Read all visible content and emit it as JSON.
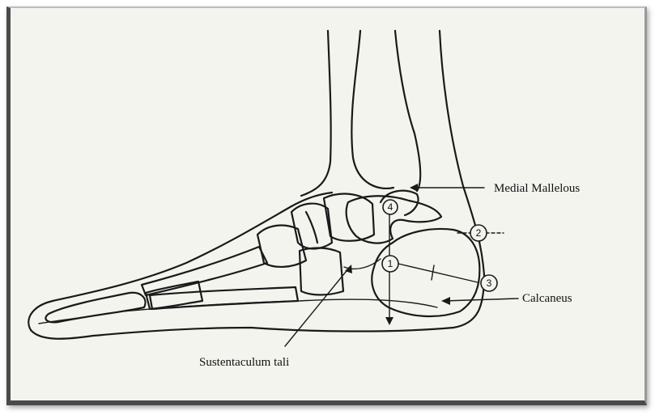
{
  "labels": {
    "medial_malleolus": "Medial Mallelous",
    "calcaneus": "Calcaneus",
    "sustentaculum_tali": "Sustentaculum tali"
  },
  "markers": [
    "1",
    "2",
    "3",
    "4"
  ]
}
